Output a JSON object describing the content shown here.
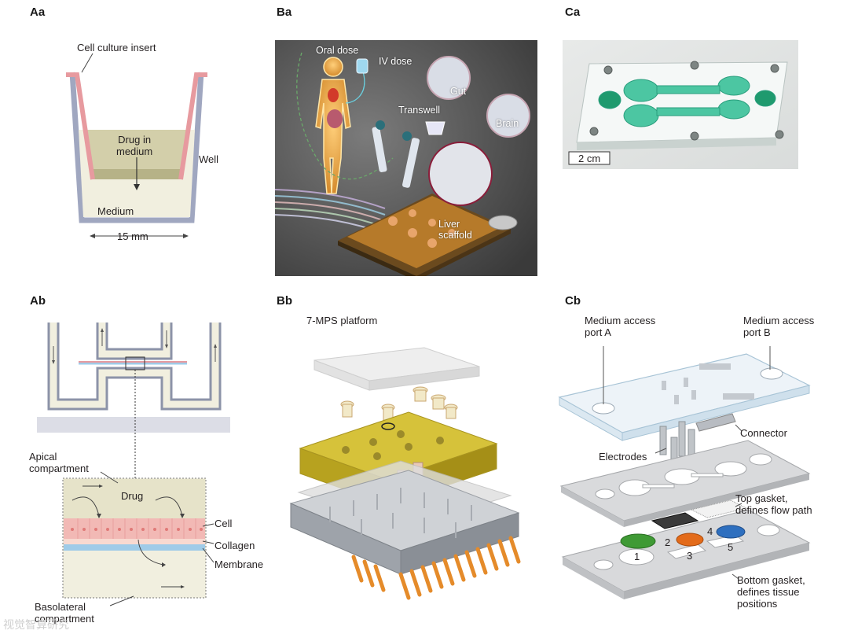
{
  "panels": {
    "aa": {
      "label": "Aa",
      "insert": "Cell culture insert",
      "drug": "Drug in\nmedium",
      "well": "Well",
      "medium": "Medium",
      "scale": "15 mm"
    },
    "ab": {
      "label": "Ab",
      "apical": "Apical\ncompartment",
      "drug": "Drug",
      "cell": "Cell",
      "collagen": "Collagen",
      "membrane": "Membrane",
      "basolateral": "Basolateral\ncompartment"
    },
    "ba": {
      "label": "Ba",
      "oral": "Oral dose",
      "iv": "IV dose",
      "gut": "Gut",
      "transwell": "Transwell",
      "brain": "Brain",
      "liver": "Liver\nscaffold"
    },
    "bb": {
      "label": "Bb",
      "title": "7-MPS platform"
    },
    "ca": {
      "label": "Ca",
      "scale": "2 cm"
    },
    "cb": {
      "label": "Cb",
      "portA": "Medium access\nport A",
      "portB": "Medium access\nport B",
      "connector": "Connector",
      "electrodes": "Electrodes",
      "topGasket": "Top gasket,\ndefines flow path",
      "bottomGasket": "Bottom gasket,\ndefines tissue\npositions",
      "n1": "1",
      "n2": "2",
      "n3": "3",
      "n4": "4",
      "n5": "5"
    }
  },
  "watermark": "视觉智算研究",
  "colors": {
    "insert": "#e79a9f",
    "well": "#a0a7c0",
    "medium": "#f1efdf",
    "drug": "#d3cfaa",
    "membrane": "#9fcbe8",
    "green": "#3f9a35",
    "orange": "#e36b1a",
    "blue": "#2e6fbf"
  }
}
